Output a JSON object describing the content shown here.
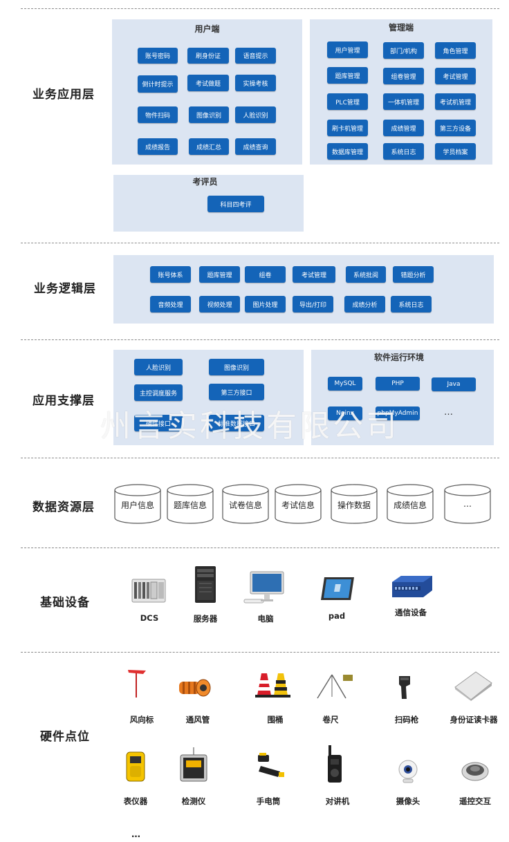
{
  "layers": {
    "business_app": "业务应用层",
    "business_logic": "业务逻辑层",
    "app_support": "应用支撑层",
    "data_resource": "数据资源层",
    "basic_devices": "基础设备",
    "hardware_points": "硬件点位"
  },
  "user_end": {
    "title": "用户端",
    "items": [
      "账号密码",
      "刷身份证",
      "语音提示",
      "倒计时提示",
      "考试做题",
      "实操考核",
      "物件扫码",
      "图像识别",
      "人脸识别",
      "成绩报告",
      "成绩汇总",
      "成绩查询"
    ]
  },
  "admin_end": {
    "title": "管理端",
    "items": [
      "用户管理",
      "部门/机构",
      "角色管理",
      "题库管理",
      "组卷管理",
      "考试管理",
      "PLC管理",
      "一体机管理",
      "考试机管理",
      "刷卡机管理",
      "成绩管理",
      "第三方设备",
      "数据库管理",
      "系统日志",
      "学员档案"
    ]
  },
  "examiner": {
    "title": "考评员",
    "items": [
      "科目四考评"
    ]
  },
  "logic": {
    "items": [
      "账号体系",
      "题库管理",
      "组卷",
      "考试管理",
      "系统批阅",
      "错题分析",
      "音频处理",
      "视频处理",
      "图片处理",
      "导出/打印",
      "成绩分析",
      "系统日志"
    ]
  },
  "support": {
    "items": [
      "人脸识别",
      "图像识别",
      "主控调度服务",
      "第三方接口",
      "硬件接口",
      "标准数据接口"
    ]
  },
  "runtime": {
    "title": "软件运行环境",
    "items": [
      "MySQL",
      "PHP",
      "Java",
      "Nginx",
      "phpMyAdmin"
    ],
    "more": "…"
  },
  "data": {
    "items": [
      "用户信息",
      "题库信息",
      "试卷信息",
      "考试信息",
      "操作数据",
      "成绩信息",
      "…"
    ]
  },
  "devices": {
    "items": [
      "DCS",
      "服务器",
      "电脑",
      "pad",
      "通信设备"
    ]
  },
  "hardware": {
    "items": [
      "风向标",
      "通风管",
      "围桶",
      "卷尺",
      "扫码枪",
      "身份证读卡器",
      "表仪器",
      "检测仪",
      "手电筒",
      "对讲机",
      "摄像头",
      "遥控交互"
    ],
    "more": "…"
  },
  "watermark": "州言实科技有限公司",
  "colors": {
    "panel": "#dce5f2",
    "chip": "#1464b8"
  }
}
